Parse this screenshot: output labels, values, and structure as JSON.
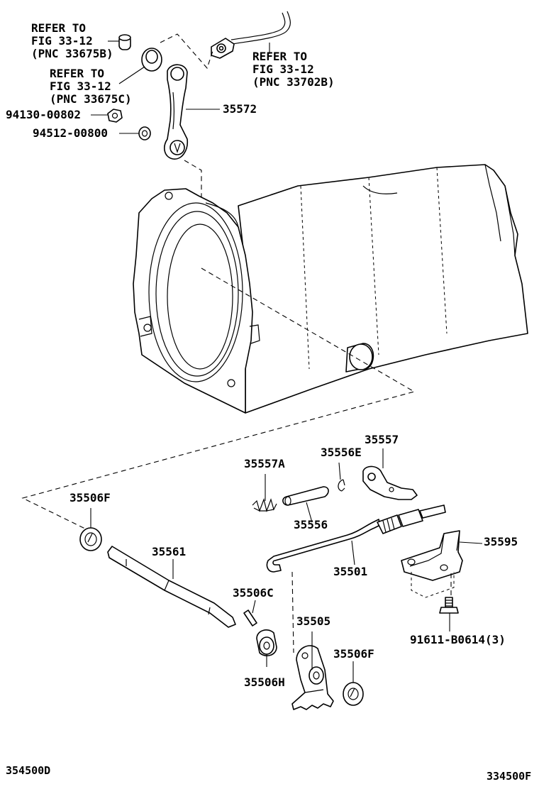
{
  "diagram": {
    "refs": [
      {
        "id": "ref-1",
        "lines": [
          "REFER TO",
          "FIG 33-12",
          "(PNC 33675B)"
        ]
      },
      {
        "id": "ref-2",
        "lines": [
          "REFER TO",
          "FIG 33-12",
          "(PNC 33675C)"
        ]
      },
      {
        "id": "ref-3",
        "lines": [
          "REFER TO",
          "FIG 33-12",
          "(PNC 33702B)"
        ]
      }
    ],
    "parts": {
      "p94130": "94130-00802",
      "p94512": "94512-00800",
      "p35572": "35572",
      "p35557A": "35557A",
      "p35556E": "35556E",
      "p35557": "35557",
      "p35506F_top": "35506F",
      "p35556": "35556",
      "p35595": "35595",
      "p35561": "35561",
      "p35501": "35501",
      "p35506C": "35506C",
      "p35505": "35505",
      "p91611": "91611-B0614(3)",
      "p35506F_bottom": "35506F",
      "p35506H": "35506H"
    },
    "footer": {
      "left_code": "354500D",
      "right_code": "334500F"
    }
  }
}
